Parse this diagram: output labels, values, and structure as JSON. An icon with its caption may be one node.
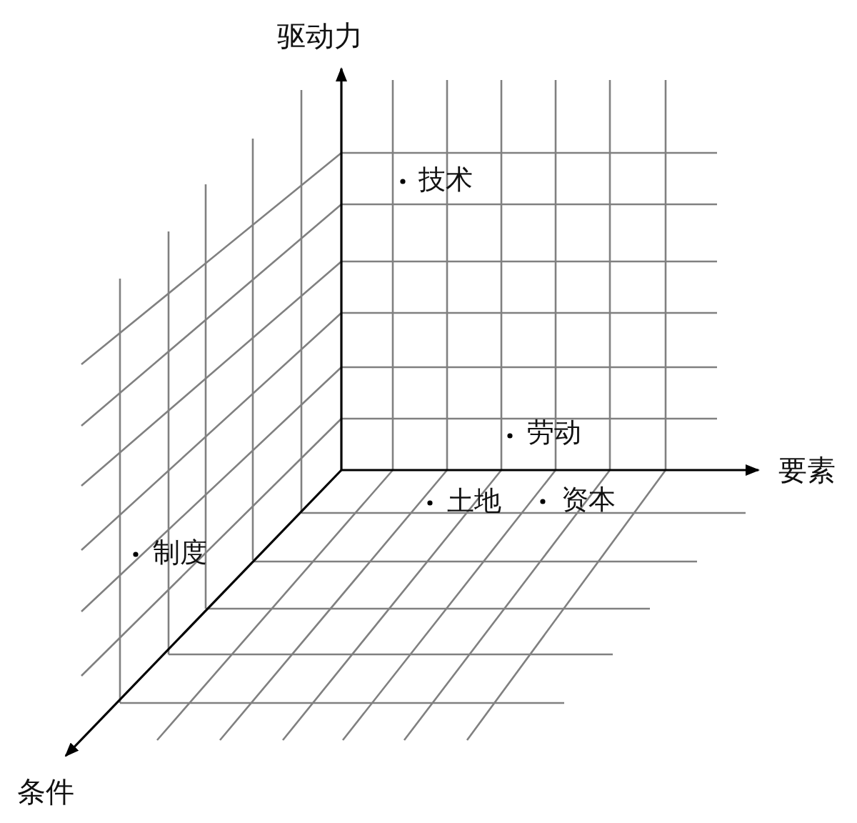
{
  "diagram": {
    "labels": [
      "驱动力",
      "技术",
      "劳动",
      "要素",
      "土地",
      "资本",
      "制度",
      "条件"
    ]
  }
}
